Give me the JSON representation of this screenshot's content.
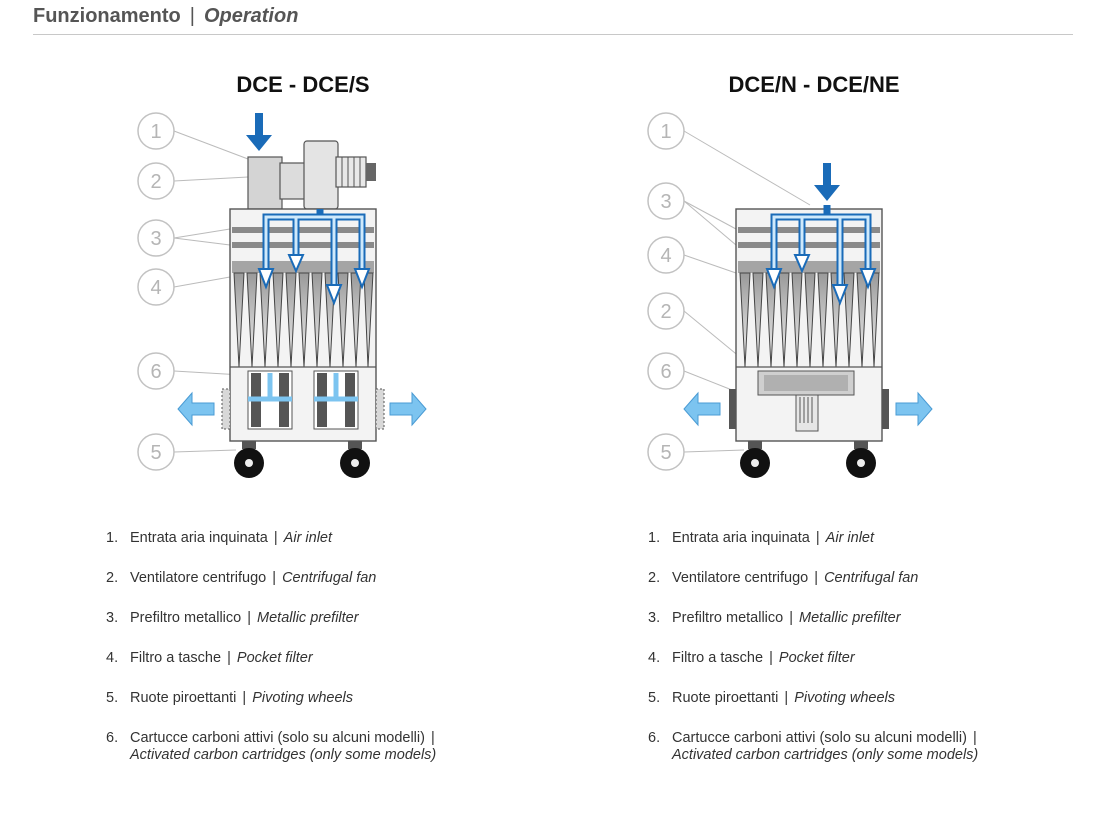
{
  "header": {
    "title_it": "Funzionamento",
    "separator": "|",
    "title_en": "Operation"
  },
  "left": {
    "title": "DCE - DCE/S",
    "callouts": [
      "1",
      "2",
      "3",
      "4",
      "6",
      "5"
    ],
    "legend": [
      {
        "num": "1.",
        "it": "Entrata aria inquinata",
        "en": "Air inlet"
      },
      {
        "num": "2.",
        "it": "Ventilatore centrifugo",
        "en": "Centrifugal fan"
      },
      {
        "num": "3.",
        "it": "Prefiltro metallico",
        "en": "Metallic prefilter"
      },
      {
        "num": "4.",
        "it": "Filtro a tasche",
        "en": "Pocket filter"
      },
      {
        "num": "5.",
        "it": "Ruote piroettanti",
        "en": "Pivoting wheels"
      },
      {
        "num": "6.",
        "it": "Cartucce carboni attivi (solo su alcuni modelli)",
        "en": "Activated carbon cartridges (only some models)"
      }
    ]
  },
  "right": {
    "title": "DCE/N - DCE/NE",
    "callouts": [
      "1",
      "3",
      "4",
      "2",
      "6",
      "5"
    ],
    "legend": [
      {
        "num": "1.",
        "it": "Entrata aria inquinata",
        "en": "Air inlet"
      },
      {
        "num": "2.",
        "it": "Ventilatore centrifugo",
        "en": "Centrifugal fan"
      },
      {
        "num": "3.",
        "it": "Prefiltro metallico",
        "en": "Metallic prefilter"
      },
      {
        "num": "4.",
        "it": "Filtro a tasche",
        "en": "Pocket filter"
      },
      {
        "num": "5.",
        "it": "Ruote piroettanti",
        "en": "Pivoting wheels"
      },
      {
        "num": "6.",
        "it": "Cartucce carboni attivi (solo su alcuni modelli)",
        "en": "Activated carbon cartridges (only some models)"
      }
    ]
  },
  "colors": {
    "arrow_dark": "#1a6bb8",
    "arrow_light": "#7cc4f0",
    "callout": "#bdbdbd",
    "body": "#f2f2f2"
  }
}
